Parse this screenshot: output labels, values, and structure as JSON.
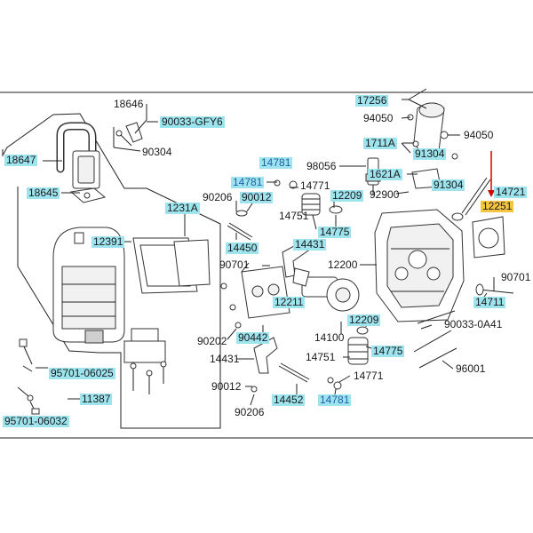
{
  "colors": {
    "highlight": "#9ee4ef",
    "selected": "#f5c542",
    "arrow": "#d40000",
    "blue_text": "#1e5fa8"
  },
  "labels": {
    "p18646": "18646",
    "p90033gfy6": "90033-GFY6",
    "p90304": "90304",
    "p18647": "18647",
    "p18645": "18645",
    "p1231a": "1231A",
    "p12391": "12391",
    "p95701_06025": "95701-06025",
    "p11387": "11387",
    "p95701_06032": "95701-06032",
    "p17256": "17256",
    "p94050a": "94050",
    "p94050b": "94050",
    "p1711a": "1711A",
    "p91304a": "91304",
    "p14781a": "14781",
    "p98056": "98056",
    "p1621a": "1621A",
    "p91304b": "91304",
    "p14781b": "14781",
    "p14771a": "14771",
    "p90206a": "90206",
    "p90012a": "90012",
    "p12209a": "12209",
    "p92900": "92900",
    "p14721": "14721",
    "p12251": "12251",
    "p14751a": "14751",
    "p14775a": "14775",
    "p14450": "14450",
    "p14431a": "14431",
    "p90701a": "90701",
    "p12200": "12200",
    "p90701b": "90701",
    "p14711": "14711",
    "p12211": "12211",
    "p90202": "90202",
    "p90442": "90442",
    "p14100": "14100",
    "p12209b": "12209",
    "p90033_0a41": "90033-0A41",
    "p14775b": "14775",
    "p14431b": "14431",
    "p14751b": "14751",
    "p96001": "96001",
    "p90012b": "90012",
    "p14771b": "14771",
    "p90206b": "90206",
    "p14452": "14452",
    "p14781c": "14781"
  }
}
